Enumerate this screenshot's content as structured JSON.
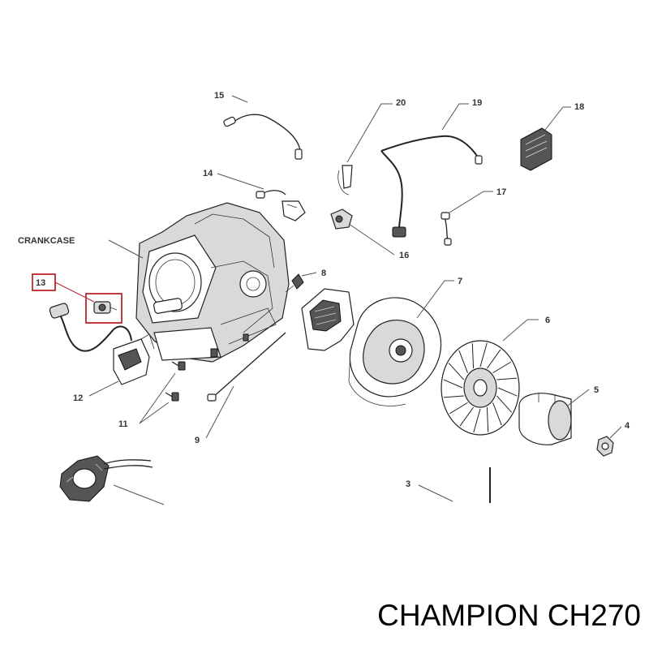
{
  "diagram": {
    "assembly_label": "CRANKCASE",
    "callouts": {
      "p3": "3",
      "p4": "4",
      "p5": "5",
      "p6": "6",
      "p7": "7",
      "p8": "8",
      "p9": "9",
      "p11": "11",
      "p12": "12",
      "p13": "13",
      "p14": "14",
      "p15": "15",
      "p16": "16",
      "p17": "17",
      "p18": "18",
      "p19": "19",
      "p20": "20"
    },
    "highlight_color": "#c0272d",
    "line_color": "#222222"
  },
  "footer": {
    "title": "CHAMPION CH270"
  }
}
